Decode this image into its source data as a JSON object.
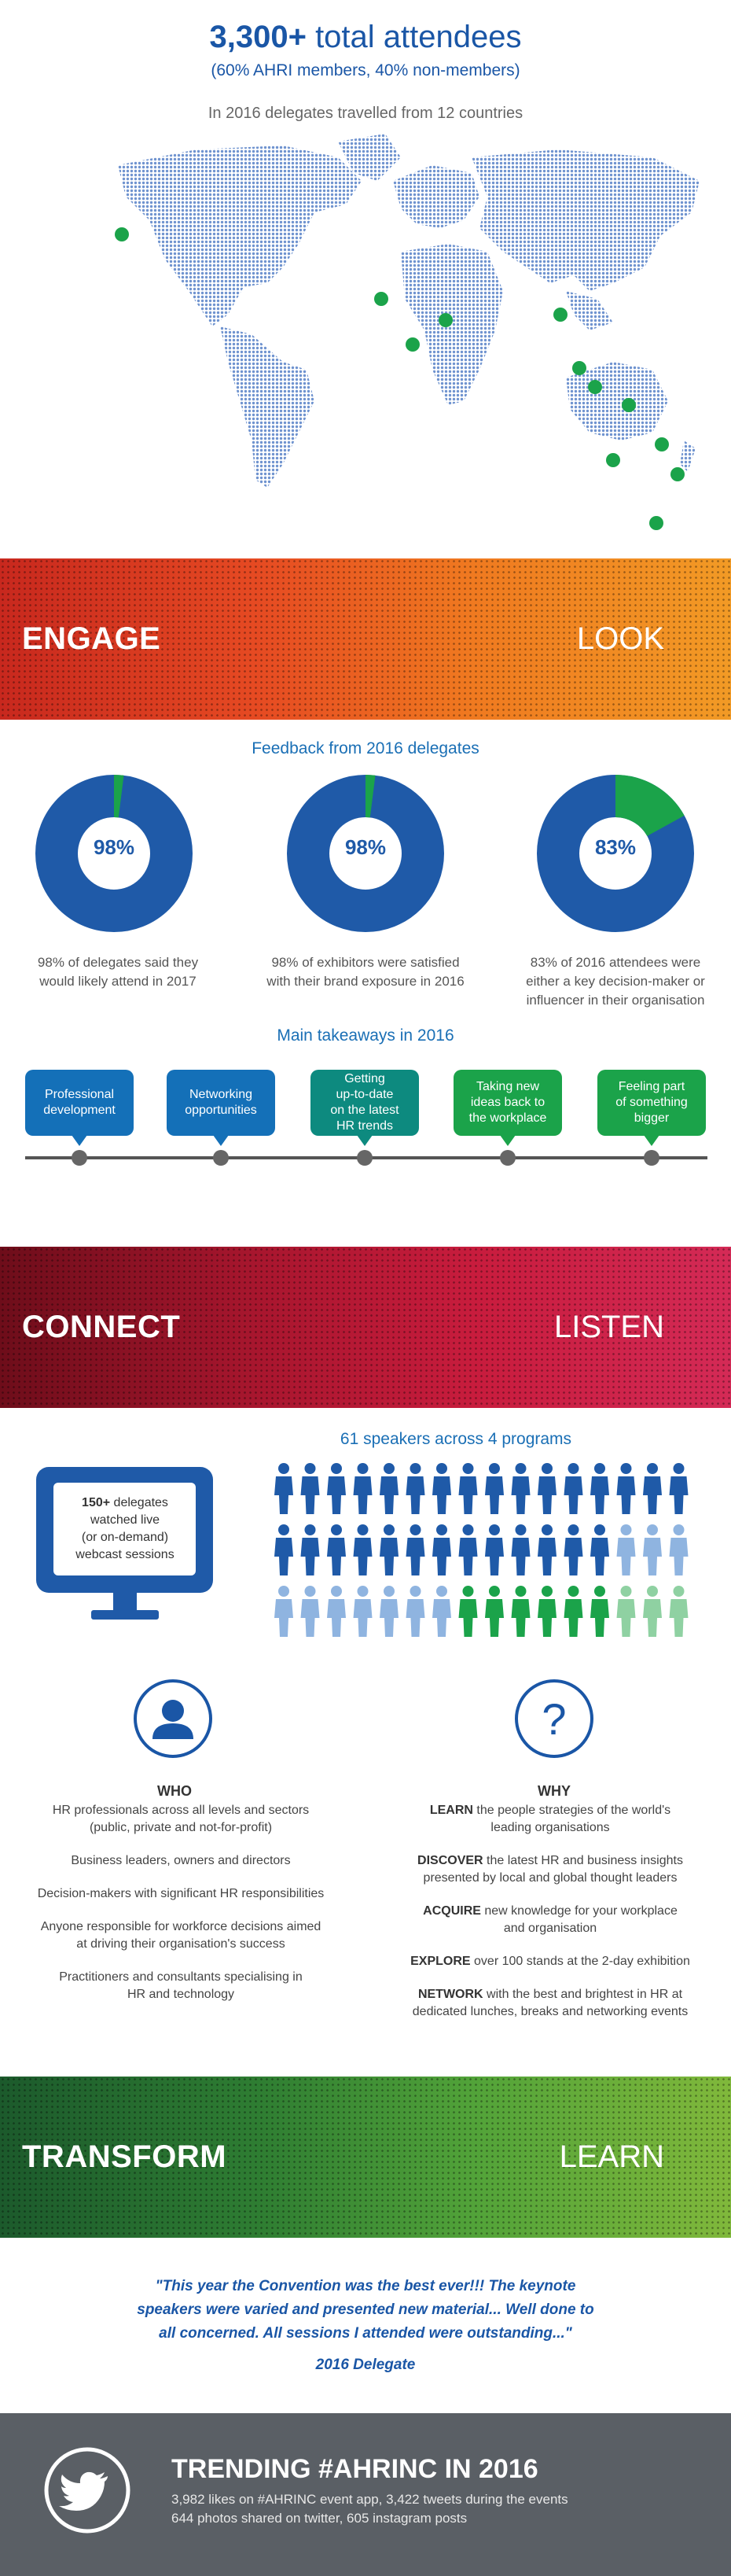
{
  "header": {
    "title_bold": "3,300+",
    "title_rest": " total attendees",
    "subtitle": "(60% AHRI members, 40% non-members)",
    "countries": "In 2016 delegates travelled from 12 countries"
  },
  "banners": {
    "engage": {
      "left": "ENGAGE",
      "right": "LOOK"
    },
    "connect": {
      "left": "CONNECT",
      "right": "LISTEN"
    },
    "transform": {
      "left": "TRANSFORM",
      "right": "LEARN"
    }
  },
  "feedback": {
    "title": "Feedback from 2016 delegates",
    "items": [
      {
        "percent": 98,
        "label": "98%",
        "line1": "98% of delegates said they",
        "line2": "would likely attend in 2017",
        "line3": ""
      },
      {
        "percent": 98,
        "label": "98%",
        "line1": "98% of exhibitors were satisfied",
        "line2": "with their brand exposure in 2016",
        "line3": ""
      },
      {
        "percent": 83,
        "label": "83%",
        "line1": "83% of 2016 attendees were",
        "line2": "either a key decision-maker or",
        "line3": "influencer in their organisation"
      }
    ]
  },
  "takeaways": {
    "title": "Main takeaways in 2016",
    "items": [
      {
        "line1": "Professional",
        "line2": "development",
        "line3": ""
      },
      {
        "line1": "Networking",
        "line2": "opportunities",
        "line3": ""
      },
      {
        "line1": "Getting",
        "line2": "up-to-date",
        "line3": "on the latest",
        "line4": "HR trends"
      },
      {
        "line1": "Taking new",
        "line2": "ideas back to",
        "line3": "the workplace"
      },
      {
        "line1": "Feeling part",
        "line2": "of something",
        "line3": "bigger"
      }
    ]
  },
  "speakers": {
    "title": "61 speakers across 4 programs",
    "webcast_bold": "150+",
    "webcast_line1": " delegates",
    "webcast_line2": "watched live",
    "webcast_line3": "(or on-demand)",
    "webcast_line4": "webcast sessions"
  },
  "who": {
    "title": "WHO",
    "items": [
      {
        "l1": "HR professionals across all levels and sectors",
        "l2": "(public, private and not-for-profit)"
      },
      {
        "l1": "Business leaders, owners and directors",
        "l2": ""
      },
      {
        "l1": "Decision-makers with significant HR responsibilities",
        "l2": ""
      },
      {
        "l1": "Anyone responsible for workforce decisions aimed",
        "l2": "at driving their organisation's success"
      },
      {
        "l1": "Practitioners and consultants specialising in",
        "l2": "HR and technology"
      }
    ]
  },
  "why": {
    "title": "WHY",
    "items": [
      {
        "bold": "LEARN",
        "l1": " the people strategies of the world's",
        "l2": "leading organisations"
      },
      {
        "bold": "DISCOVER",
        "l1": " the latest HR and business insights",
        "l2": "presented by local and global thought leaders"
      },
      {
        "bold": "ACQUIRE",
        "l1": " new knowledge for your workplace",
        "l2": "and organisation"
      },
      {
        "bold": "EXPLORE",
        "l1": " over 100 stands at the 2-day exhibition",
        "l2": ""
      },
      {
        "bold": "NETWORK",
        "l1": " with the best and brightest in HR at",
        "l2": "dedicated lunches, breaks and networking events"
      }
    ]
  },
  "quote": {
    "l1": "\"This year the Convention was the best ever!!! The keynote",
    "l2": "speakers were varied and presented new material... Well done to",
    "l3": "all concerned. All sessions I attended were outstanding...\"",
    "by": "2016 Delegate"
  },
  "trending": {
    "title": "TRENDING #AHRINC IN 2016",
    "line1": "3,982 likes on #AHRINC event app, 3,422 tweets during the events",
    "line2": "644 photos shared on twitter, 605 instagram posts"
  },
  "colors": {
    "blue": "#1a56a6",
    "light_blue": "#1a6fb5",
    "green": "#1ba34a",
    "teal": "#0d8a7f",
    "donut_blue": "#1f5aa8"
  }
}
